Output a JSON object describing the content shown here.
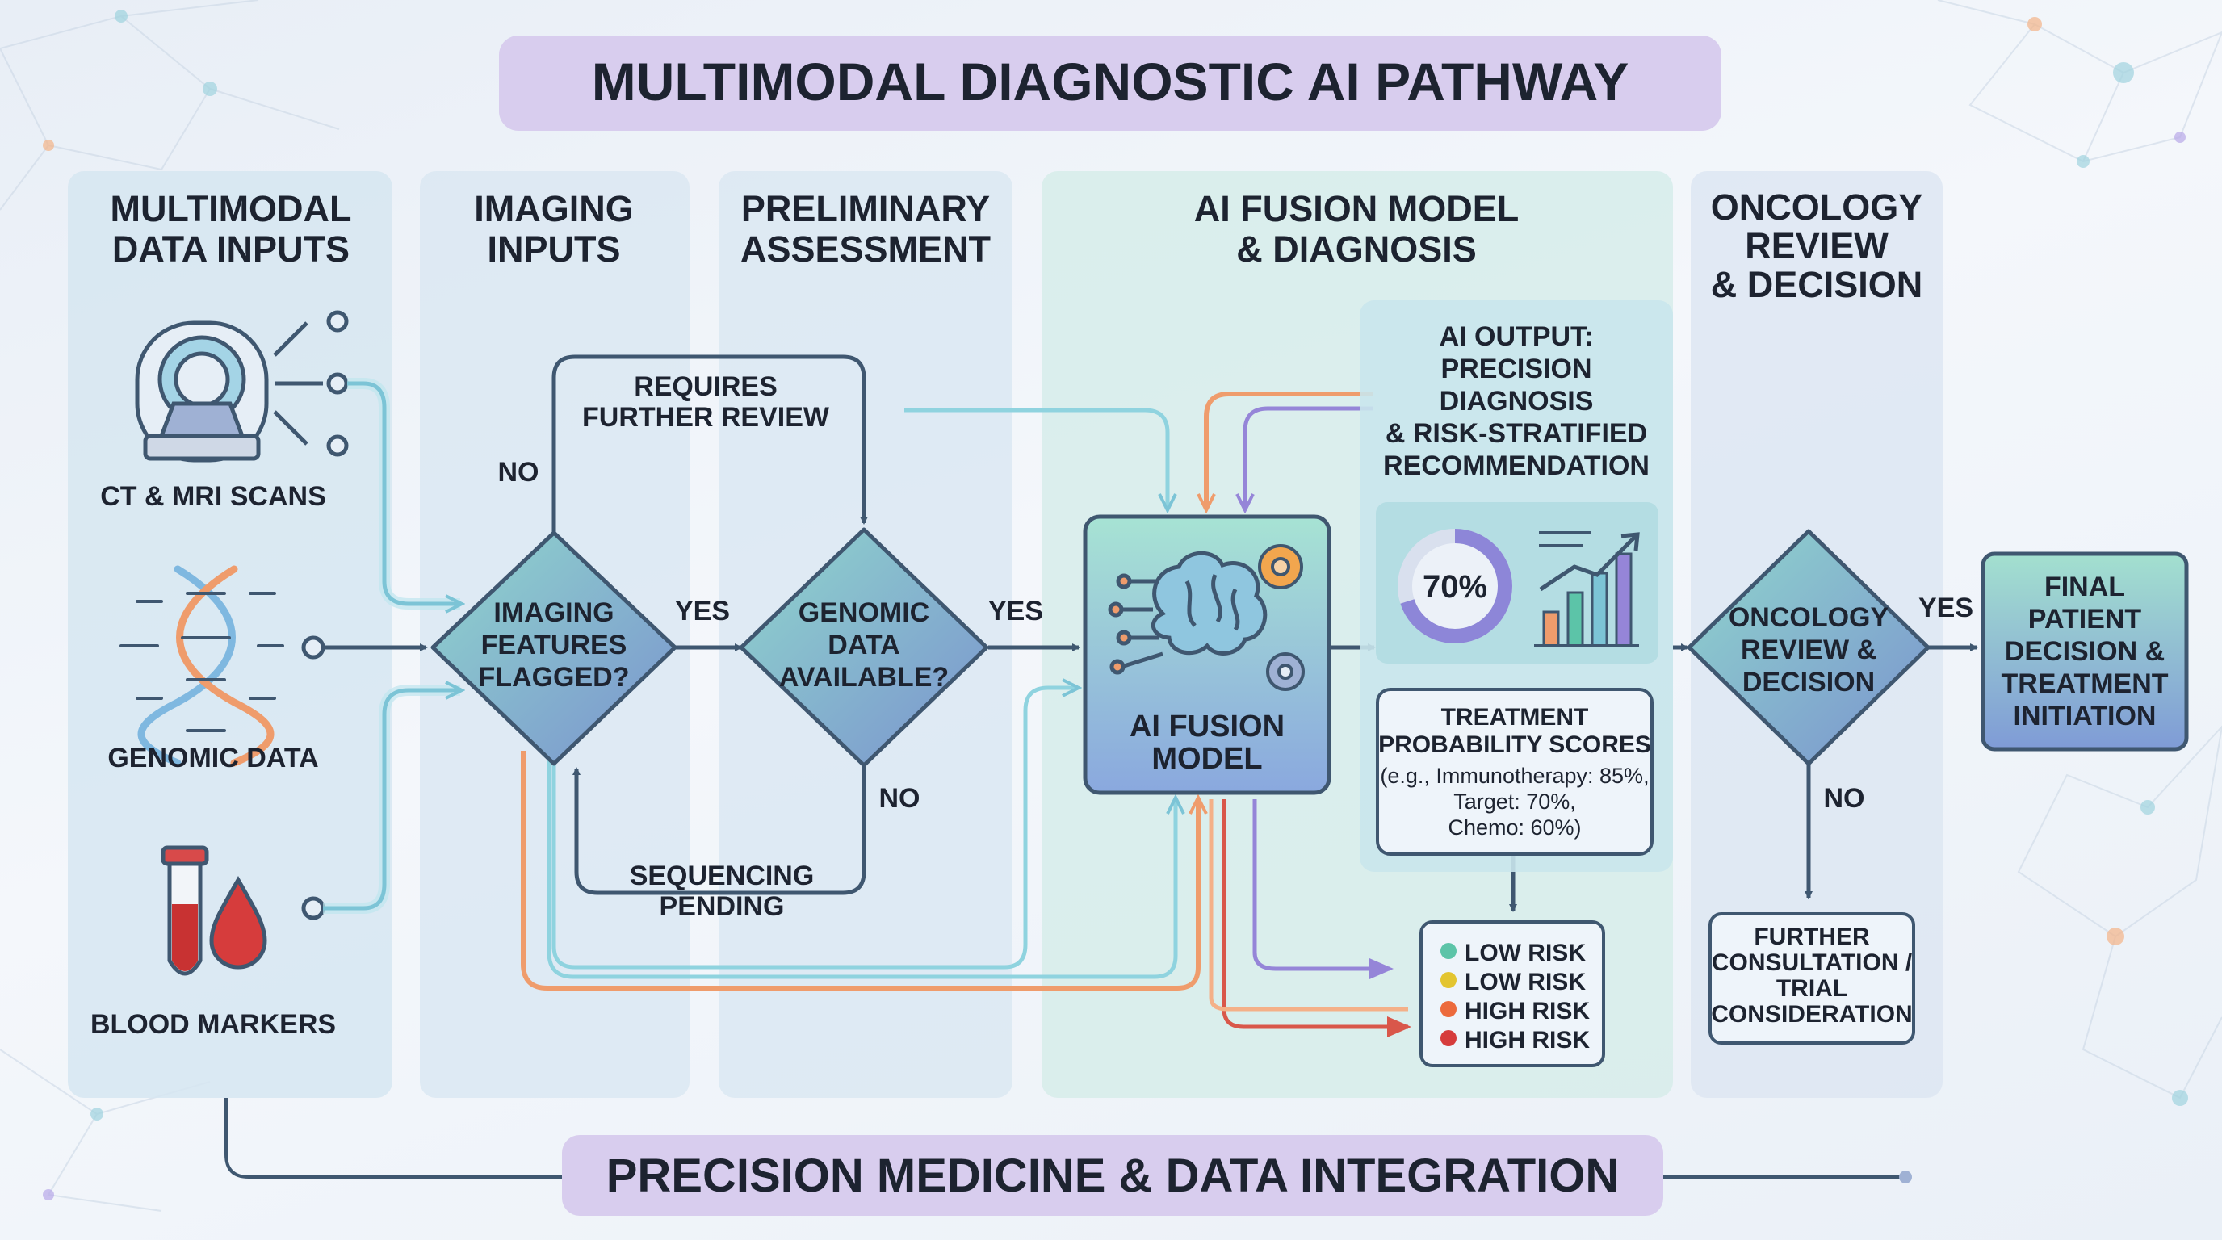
{
  "title": "MULTIMODAL DIAGNOSTIC AI PATHWAY",
  "footer": "PRECISION MEDICINE & DATA INTEGRATION",
  "lanes": {
    "inputs": [
      "MULTIMODAL",
      "DATA INPUTS"
    ],
    "imaging": [
      "IMAGING",
      "INPUTS"
    ],
    "prelim": [
      "PRELIMINARY",
      "ASSESSMENT"
    ],
    "fusion": [
      "AI FUSION MODEL",
      "& DIAGNOSIS"
    ],
    "oncology": [
      "ONCOLOGY",
      "REVIEW",
      "& DECISION"
    ]
  },
  "inputs": [
    {
      "label": "CT & MRI SCANS",
      "icon": "ct-scanner-icon"
    },
    {
      "label": "GENOMIC DATA",
      "icon": "dna-icon"
    },
    {
      "label": "BLOOD MARKERS",
      "icon": "blood-tube-icon"
    }
  ],
  "decisions": {
    "imaging": [
      "IMAGING",
      "FEATURES",
      "FLAGGED?"
    ],
    "genomic": [
      "GENOMIC",
      "DATA",
      "AVAILABLE?"
    ],
    "oncology": [
      "ONCOLOGY",
      "REVIEW &",
      "DECISION"
    ]
  },
  "edge_labels": {
    "no_top": "NO",
    "requires_review": [
      "REQUIRES",
      "FURTHER REVIEW"
    ],
    "yes1": "YES",
    "yes2": "YES",
    "no_genomic": "NO",
    "sequencing": [
      "SEQUENCING",
      "PENDING"
    ],
    "yes_onc": "YES",
    "no_onc": "NO"
  },
  "fusion_model": [
    "AI FUSION",
    "MODEL"
  ],
  "ai_output": {
    "title": [
      "AI OUTPUT:",
      "PRECISION",
      "DIAGNOSIS",
      "& RISK-STRATIFIED",
      "RECOMMENDATION"
    ],
    "gauge_value": "70%",
    "gauge_fraction": 0.7,
    "bar_levels": [
      0.35,
      0.55,
      0.75,
      0.95
    ]
  },
  "treatment": {
    "title": [
      "TREATMENT",
      "PROBABILITY SCORES"
    ],
    "lines": [
      "(e.g., Immunotherapy: 85%,",
      "Target: 70%,",
      "Chemo: 60%)"
    ]
  },
  "risk_levels": [
    {
      "label": "LOW RISK",
      "color": "#5cc4a8"
    },
    {
      "label": "LOW RISK",
      "color": "#e3c530"
    },
    {
      "label": "HIGH RISK",
      "color": "#ec6a3c"
    },
    {
      "label": "HIGH RISK",
      "color": "#d63c3c"
    }
  ],
  "further": [
    "FURTHER",
    "CONSULTATION /",
    "TRIAL",
    "CONSIDERATION"
  ],
  "final": [
    "FINAL",
    "PATIENT",
    "DECISION &",
    "TREATMENT",
    "INITIATION"
  ],
  "colors": {
    "teal": "#8fd3df",
    "orange": "#f4b088",
    "purple": "#a99ae0",
    "dark": "#3f5770",
    "red": "#d9574a"
  }
}
